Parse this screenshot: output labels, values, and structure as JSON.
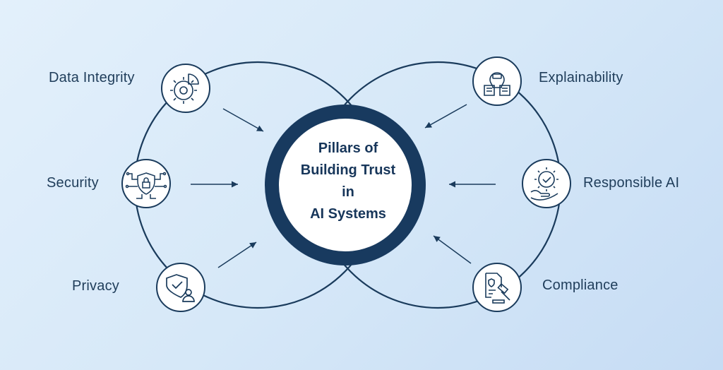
{
  "center": {
    "lines": [
      "Pillars of",
      "Building Trust",
      "in",
      "AI Systems"
    ]
  },
  "pillars": {
    "data_integrity": {
      "label": "Data Integrity",
      "icon": "gear-chart-icon"
    },
    "security": {
      "label": "Security",
      "icon": "circuit-lock-icon"
    },
    "privacy": {
      "label": "Privacy",
      "icon": "shield-user-icon"
    },
    "explainability": {
      "label": "Explainability",
      "icon": "lightbulb-book-icon"
    },
    "responsible_ai": {
      "label": "Responsible AI",
      "icon": "hand-gear-icon"
    },
    "compliance": {
      "label": "Compliance",
      "icon": "document-gavel-icon"
    }
  },
  "colors": {
    "navy": "#1a3b5c",
    "ring": "#183a5f",
    "background_start": "#e3f0fb",
    "background_end": "#c6dcf4"
  }
}
